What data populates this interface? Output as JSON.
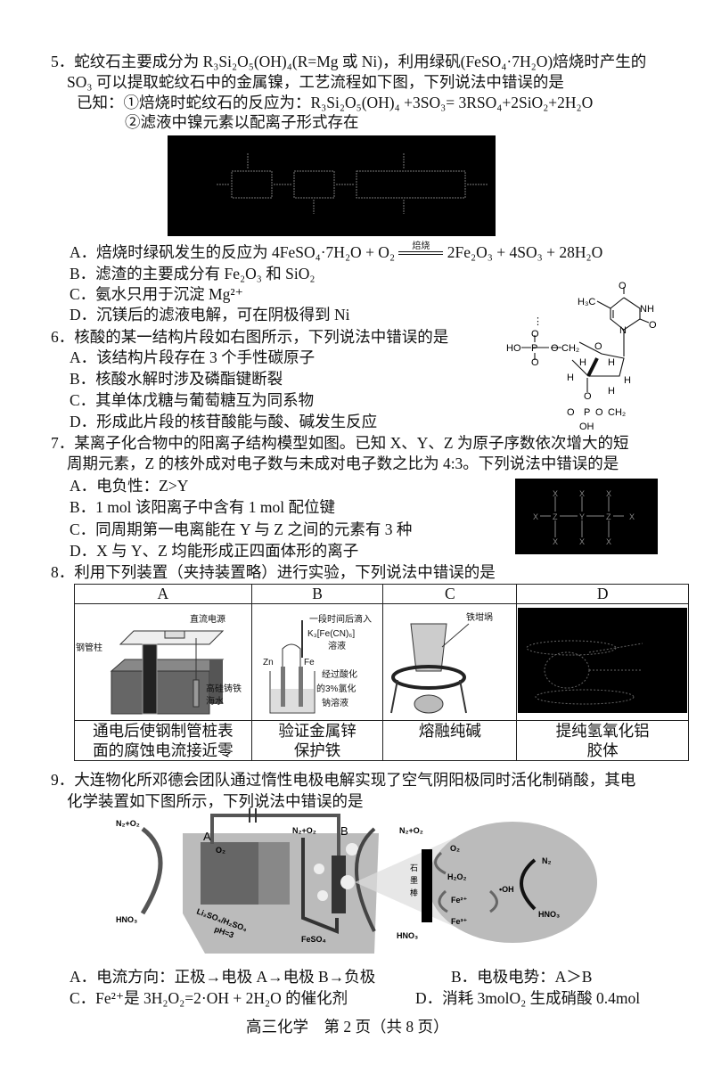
{
  "q5": {
    "stem": [
      "5．蛇纹石主要成分为 R₃Si₂O₅(OH)₄(R=Mg 或 Ni)，利用绿矾(FeSO₄·7H₂O)焙烧时产生的",
      "SO₃ 可以提取蛇纹石中的金属镍，工艺流程如下图，下列说法中错误的是",
      "已知：①焙烧时蛇纹石的反应为：R₃Si₂O₅(OH)₄ +3SO₃= 3RSO₄+2SiO₂+2H₂O",
      "②滤液中镍元素以配离子形式存在"
    ],
    "options": {
      "a_pre": "A．焙烧时绿矾发生的反应为 4FeSO₄·7H₂O + O₂ ",
      "a_cond": "焙烧",
      "a_post": " 2Fe₂O₃ + 4SO₃ + 28H₂O",
      "b": "B．滤渣的主要成分有 Fe₂O₃ 和 SiO₂",
      "c": "C．氨水只用于沉淀 Mg²⁺",
      "d": "D．沉镁后的滤液电解，可在阴极得到 Ni"
    }
  },
  "q6": {
    "stem": "6．核酸的某一结构片段如右图所示，下列说法中错误的是",
    "options": [
      "A．该结构片段存在 3 个手性碳原子",
      "B．核酸水解时涉及磷酯键断裂",
      "C．其单体戊糖与葡萄糖互为同系物",
      "D．形成此片段的核苷酸能与酸、碱发生反应"
    ],
    "figure": {
      "h3c": "H₃C",
      "o": "O",
      "nh": "NH",
      "n": "N",
      "ho": "HO",
      "p": "P",
      "ch2": "CH₂",
      "h": "H",
      "oh": "OH",
      "dots": "⋮"
    }
  },
  "q7": {
    "stem": [
      "7．某离子化合物中的阳离子结构模型如图。已知 X、Y、Z 为原子序数依次增大的短",
      "周期元素，Z 的核外成对电子数与未成对电子数之比为 4:3。下列说法中错误的是"
    ],
    "options": [
      "A．电负性：Z>Y",
      "B．1 mol 该阳离子中含有 1 mol 配位键",
      "C．同周期第一电离能在 Y 与 Z 之间的元素有 3 种",
      "D．X 与 Y、Z 均能形成正四面体形的离子"
    ],
    "figure": {
      "x": "X",
      "y": "Y",
      "z": "Z"
    }
  },
  "q8": {
    "stem": "8．利用下列装置（夹持装置略）进行实验，下列说法中错误的是",
    "headers": [
      "A",
      "B",
      "C",
      "D"
    ],
    "captions": [
      [
        "通电后使钢制管桩表",
        "面的腐蚀电流接近零"
      ],
      [
        "验证金属锌",
        "保护铁"
      ],
      [
        "熔融纯碱",
        ""
      ],
      [
        "提纯氢氧化铝",
        "胶体"
      ]
    ],
    "fig_a": {
      "power": "直流电源",
      "pile": "钢管柱",
      "iron": "高硅铸铁",
      "sea": "海水"
    },
    "fig_b": {
      "drop": "一段时间后滴入",
      "reagent": "K₃[Fe(CN)₆]",
      "sol": "溶液",
      "zn": "Zn",
      "fe": "Fe",
      "l1": "经过酸化",
      "l2": "的3%氯化",
      "l3": "钠溶液"
    },
    "fig_c": {
      "crucible": "铁坩埚"
    }
  },
  "q9": {
    "stem": [
      "9．大连物化所邓德会团队通过惰性电极电解实现了空气阴阳极同时活化制硝酸，其电",
      "化学装置如下图所示，下列说法中错误的是"
    ],
    "options": [
      "A．电流方向：正极→电极 A→电极 B→负极",
      "B．电极电势：A＞B",
      "C．Fe²⁺是 3H₂O₂=2·OH + 2H₂O 的催化剂",
      "D．消耗 3molO₂ 生成硝酸 0.4mol"
    ],
    "figure": {
      "n2o2": "N₂+O₂",
      "a": "A",
      "b": "B",
      "hno3": "HNO₃",
      "o2": "O₂",
      "elec": "Li₂SO₄/H₂SO₄",
      "ph": "pH=3",
      "feso4": "FeSO₄",
      "graphite": [
        "石",
        "墨",
        "棒"
      ],
      "h2o2": "H₂O₂",
      "oh": "•OH",
      "fe2": "Fe²⁺",
      "fe3": "Fe³⁺",
      "n2": "N₂"
    }
  },
  "footer": "高三化学　第 2 页（共 8 页）"
}
